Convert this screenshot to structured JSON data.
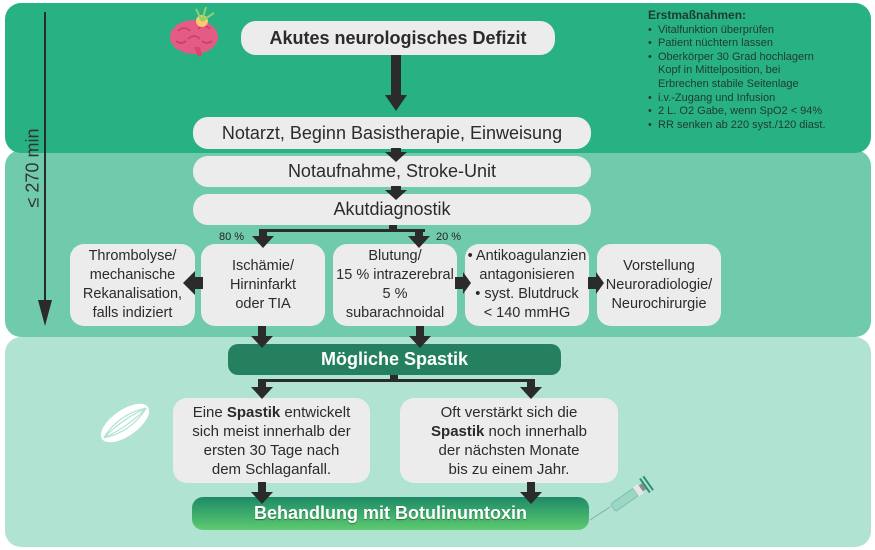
{
  "timeline": {
    "label": "≤ 270 min"
  },
  "first_aid": {
    "title": "Erstmaßnahmen:",
    "items": [
      "Vitalfunktion überprüfen",
      "Patient nüchtern lassen",
      "Oberkörper 30 Grad hochlagern\nKopf in Mittelposition, bei\nErbrechen stabile Seitenlage",
      "i.v.-Zugang und Infusion",
      "2 L. O2 Gabe, wenn SpO2 < 94%",
      "RR senken ab 220 syst./120 diast."
    ]
  },
  "flow": {
    "acute_deficit": "Akutes neurologisches Defizit",
    "emergency_doctor": "Notarzt, Beginn Basistherapie, Einweisung",
    "emergency_room": "Notaufnahme, Stroke-Unit",
    "acute_diagnostics": "Akutdiagnostik",
    "split_left_pct": "80 %",
    "split_right_pct": "20 %",
    "thrombolysis": [
      "Thrombolyse/",
      "mechanische",
      "Rekanalisation,",
      "falls indiziert"
    ],
    "ischemia": [
      "Ischämie/",
      "Hirninfarkt",
      "oder TIA"
    ],
    "bleeding": [
      "Blutung/",
      "15 % intrazerebral",
      "5 % subarachnoidal"
    ],
    "anticoagulants": [
      "• Antikoagulanzien",
      "antagonisieren",
      "•  syst. Blutdruck",
      "< 140 mmHG"
    ],
    "neuro_presentation": [
      "Vorstellung",
      "Neuroradiologie/",
      "Neurochirurgie"
    ],
    "possible_spasticity": "Mögliche Spastik",
    "spasticity_early": {
      "pre": "Eine ",
      "bold": "Spastik",
      "post": " entwickelt",
      "lines": [
        "sich meist innerhalb der",
        "ersten 30 Tage nach",
        "dem Schlaganfall."
      ]
    },
    "spasticity_late": {
      "line1": "Oft verstärkt sich die",
      "bold": "Spastik",
      "post": " noch innerhalb",
      "lines": [
        "der nächsten Monate",
        "bis zu einem Jahr."
      ]
    },
    "botulinum": "Behandlung mit Botulinumtoxin"
  },
  "colors": {
    "panel_top": "#28b283",
    "panel_middle": "#70cbac",
    "panel_bottom": "#b1e3d2",
    "box": "#ececec",
    "spasticity_bar": "#25805f",
    "treatment_bar_top": "#1d8a66",
    "treatment_bar_bottom": "#5ccb70",
    "arrow": "#2b2b2b"
  }
}
